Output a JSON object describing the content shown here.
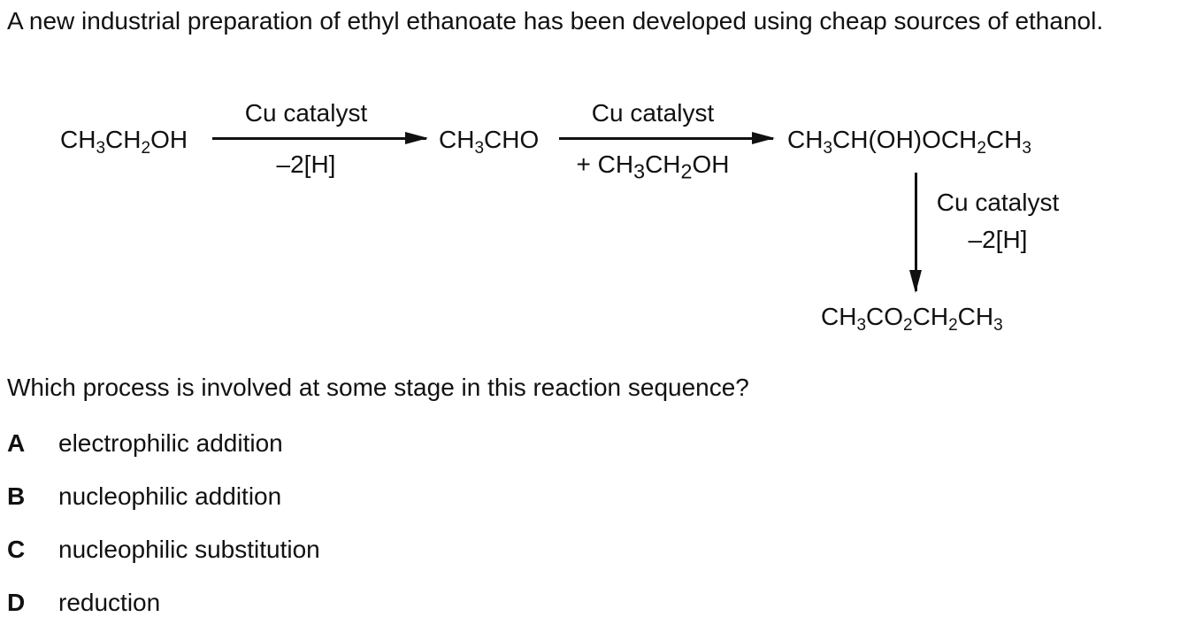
{
  "question": {
    "intro": "A new industrial preparation of ethyl ethanoate has been developed using cheap sources of ethanol.",
    "stem": "Which process is involved at some stage in this reaction sequence?",
    "options": [
      {
        "letter": "A",
        "text": "electrophilic addition"
      },
      {
        "letter": "B",
        "text": "nucleophilic addition"
      },
      {
        "letter": "C",
        "text": "nucleophilic substitution"
      },
      {
        "letter": "D",
        "text": "reduction"
      }
    ]
  },
  "scheme": {
    "arrow1": {
      "above": "Cu catalyst",
      "below": "–2[H]"
    },
    "arrow2": {
      "above": "Cu catalyst",
      "below_prefix": "+ "
    },
    "arrow3": {
      "condition": "Cu catalyst",
      "loss": "–2[H]"
    },
    "sub": {
      "two": "2",
      "three": "3"
    }
  }
}
